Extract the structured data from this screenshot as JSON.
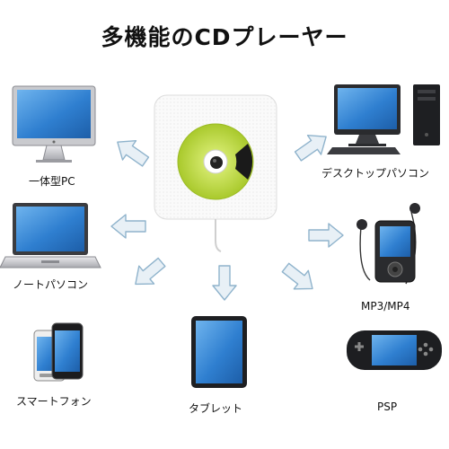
{
  "title": "多機能のCDプレーヤー",
  "devices": {
    "desktop_pc": "一体型PC",
    "laptop": "ノートパソコン",
    "smartphone": "スマートフォン",
    "tablet": "タブレット",
    "desktop_tower": "デスクトップパソコン",
    "mp3_player": "MP3/MP4",
    "psp": "PSP"
  },
  "colors": {
    "arrow_fill": "#e8f0f6",
    "arrow_stroke": "#8fb3cc",
    "disc_green": "#b8d43a",
    "screen_blue": "#3a83cf"
  }
}
